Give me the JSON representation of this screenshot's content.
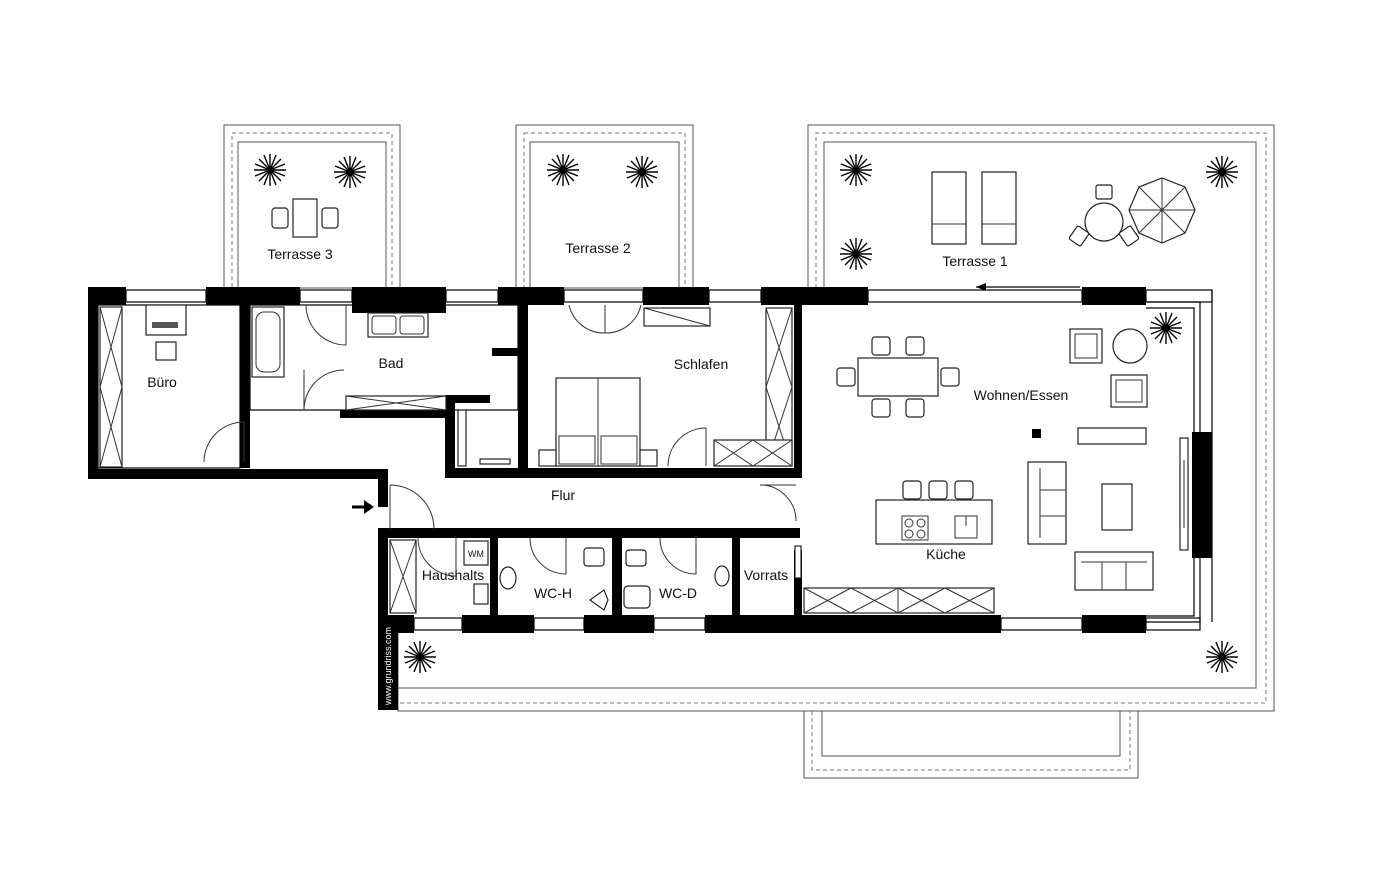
{
  "rooms": {
    "terrasse3": "Terrasse 3",
    "terrasse2": "Terrasse 2",
    "terrasse1": "Terrasse 1",
    "buero": "Büro",
    "bad": "Bad",
    "schlafen": "Schlafen",
    "wohnen_essen": "Wohnen/Essen",
    "flur": "Flur",
    "kueche": "Küche",
    "haushalts": "Haushalts",
    "wc_h": "WC-H",
    "wc_d": "WC-D",
    "vorrats": "Vorrats"
  },
  "appliance_labels": {
    "washing_machine": "WM"
  },
  "watermark": "www.grundriss.com"
}
